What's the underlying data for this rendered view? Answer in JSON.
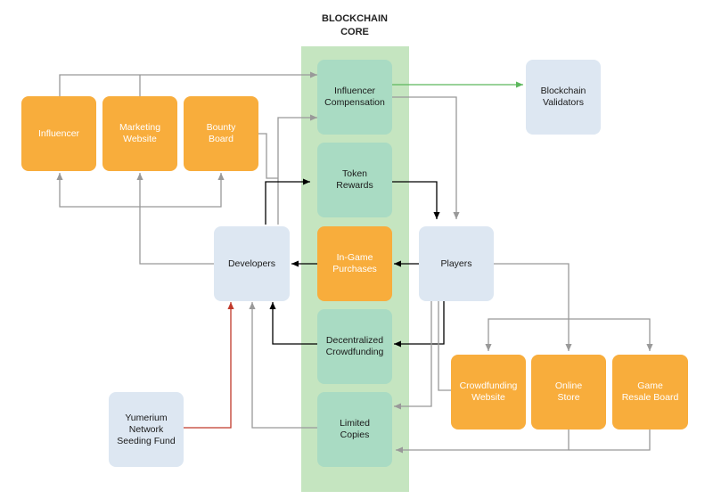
{
  "core": {
    "title_line1": "BLOCKCHAIN",
    "title_line2": "CORE"
  },
  "nodes": {
    "influencer": "Influencer",
    "marketing_website": "Marketing\nWebsite",
    "bounty_board": "Bounty\nBoard",
    "influencer_compensation": "Influencer\nCompensation",
    "blockchain_validators": "Blockchain\nValidators",
    "token_rewards": "Token\nRewards",
    "developers": "Developers",
    "in_game_purchases": "In-Game\nPurchases",
    "players": "Players",
    "decentralized_crowdfunding": "Decentralized\nCrowdfunding",
    "crowdfunding_website": "Crowdfunding\nWebsite",
    "online_store": "Online\nStore",
    "game_resale_board": "Game\nResale Board",
    "yumerium_fund": "Yumerium\nNetwork\nSeeding Fund",
    "limited_copies": "Limited\nCopies"
  },
  "colors": {
    "orange": "#f8ad3c",
    "green": "#a9dbc3",
    "core_band": "#c5e5c0",
    "blue": "#dde7f2",
    "gray_arrow": "#999999",
    "black_arrow": "#000000",
    "green_arrow": "#5cb85c",
    "red_arrow": "#c0392b"
  }
}
